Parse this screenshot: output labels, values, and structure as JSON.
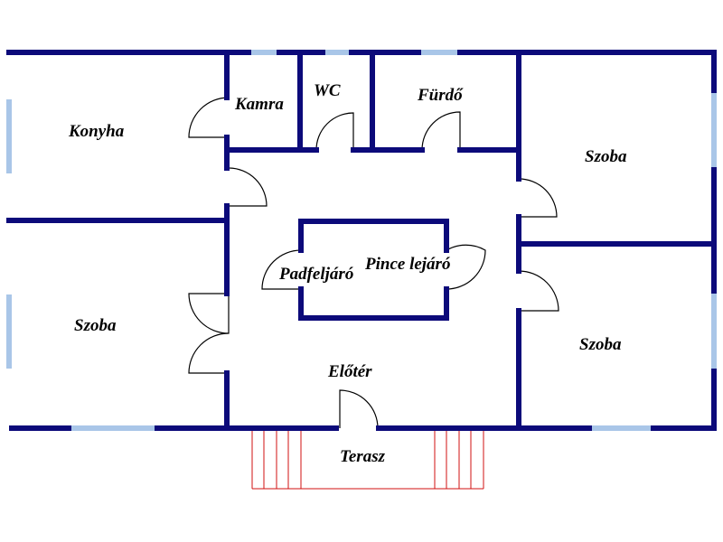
{
  "colors": {
    "wall": "#0c0a7a",
    "window": "#a9c6e8",
    "door": "#000000",
    "stairs": "#d01010",
    "background": "#ffffff"
  },
  "rooms": {
    "konyha": "Konyha",
    "kamra": "Kamra",
    "wc": "WC",
    "furdo": "Fürdő",
    "szoba_top_right": "Szoba",
    "szoba_left": "Szoba",
    "szoba_bottom_right": "Szoba",
    "padfeljaro": "Padfeljáró",
    "pince_lejaro": "Pince lejáró",
    "eloter": "Előtér",
    "terasz": "Terasz"
  }
}
